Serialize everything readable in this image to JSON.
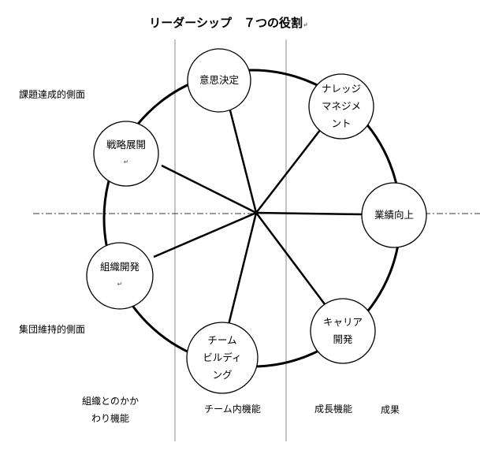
{
  "title": "リーダーシップ　７つの役割",
  "side_labels": {
    "task": "課題達成的側面",
    "group": "集団維持的側面"
  },
  "nodes": {
    "decision": [
      "意思決定"
    ],
    "knowledge": [
      "ナレッジ",
      "マネジメ",
      "ント"
    ],
    "performance": [
      "業績向上"
    ],
    "career": [
      "キャリア",
      "開発"
    ],
    "team": [
      "チーム",
      "ビルディ",
      "ング"
    ],
    "org": [
      "組織開発"
    ],
    "strategy": [
      "戦略展開"
    ]
  },
  "bottom_labels": {
    "org_relation": [
      "組織との",
      "かかわり",
      "機能"
    ],
    "team_internal": [
      "チーム内",
      "機能"
    ],
    "growth": [
      "成長",
      "機能"
    ],
    "result": "成果"
  },
  "colors": {
    "line": "#000000",
    "axis": "#333333",
    "divider": "#888888"
  }
}
